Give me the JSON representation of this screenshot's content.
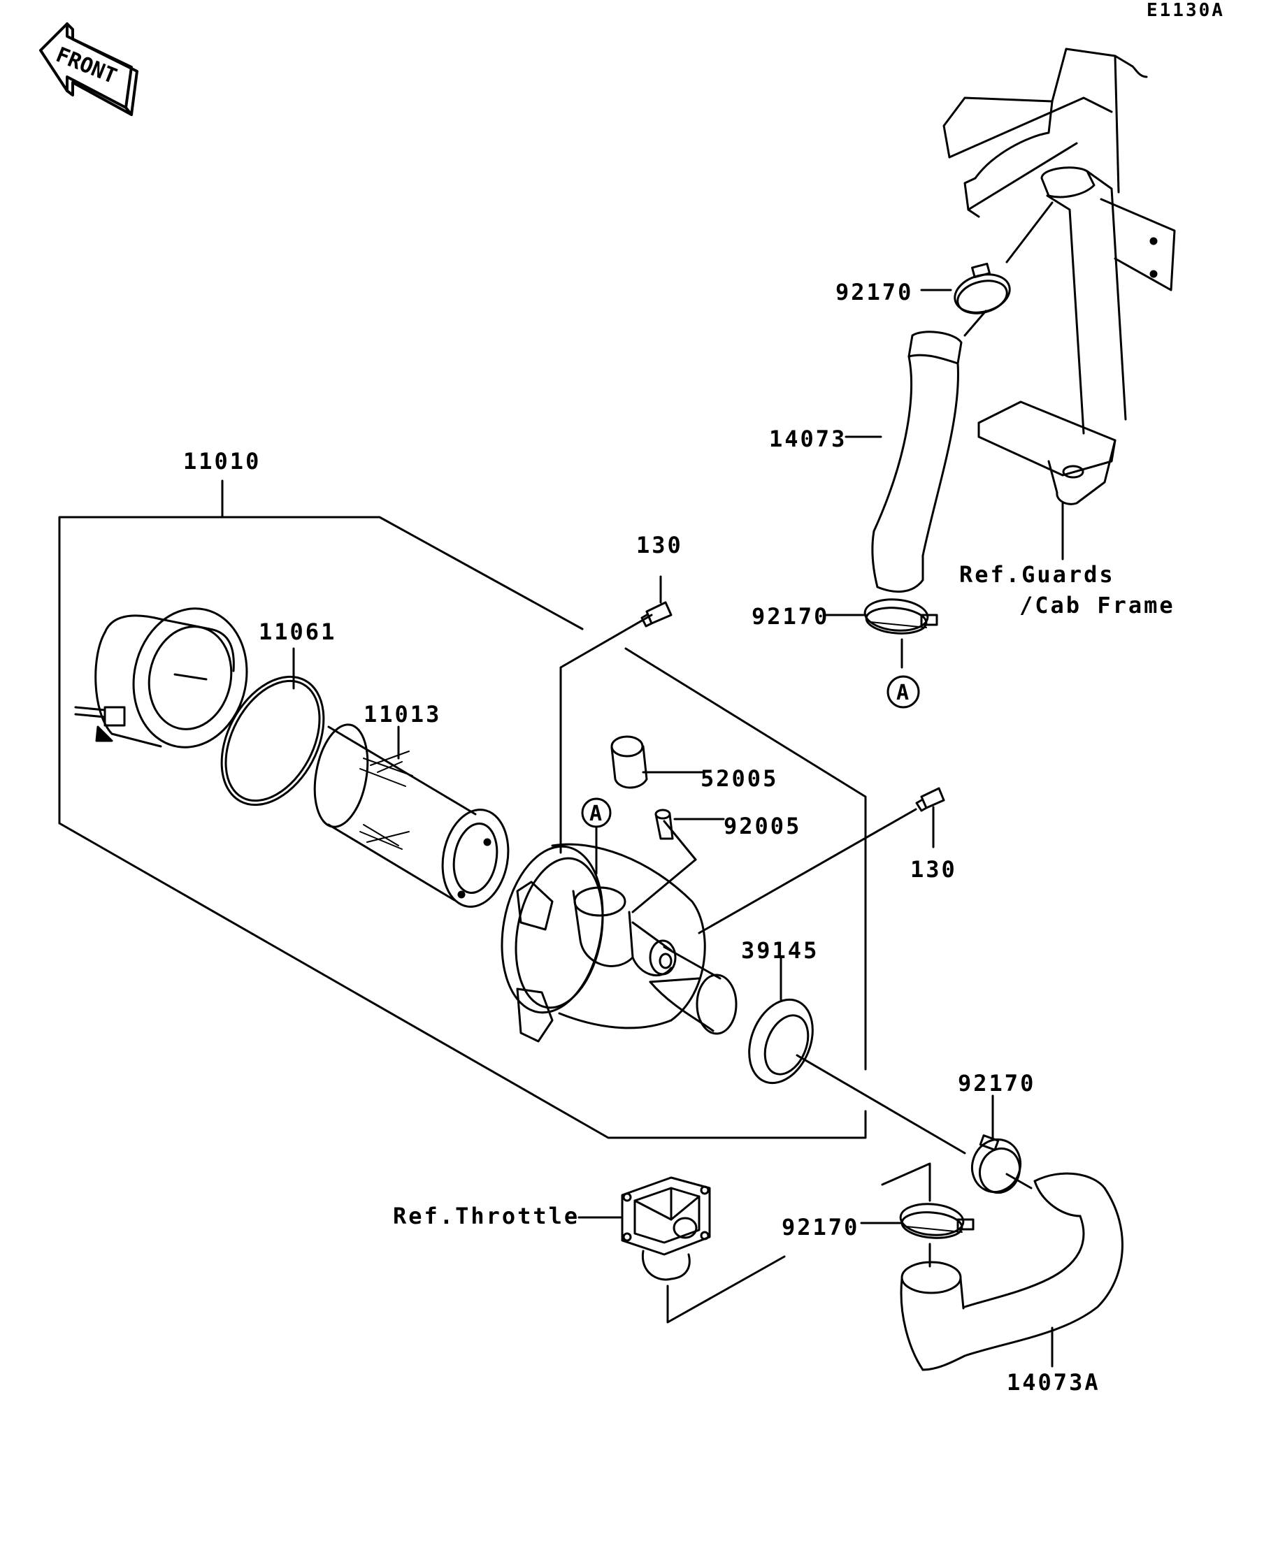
{
  "diagram": {
    "code": "E1130A",
    "front_label": "FRONT",
    "ref_marker": "A",
    "part_numbers": {
      "air_cleaner_assy": "11010",
      "gasket": "11061",
      "element": "11013",
      "cap": "52005",
      "fitting": "92005",
      "bolt_top": "130",
      "bolt_right": "130",
      "seal": "39145",
      "clamp_top": "92170",
      "clamp_duct_lower": "92170",
      "clamp_lower_right": "92170",
      "clamp_lower_left": "92170",
      "duct_upper": "14073",
      "duct_lower": "14073A"
    },
    "references": {
      "guards_line1": "Ref.Guards",
      "guards_line2": "/Cab Frame",
      "throttle": "Ref.Throttle"
    }
  }
}
